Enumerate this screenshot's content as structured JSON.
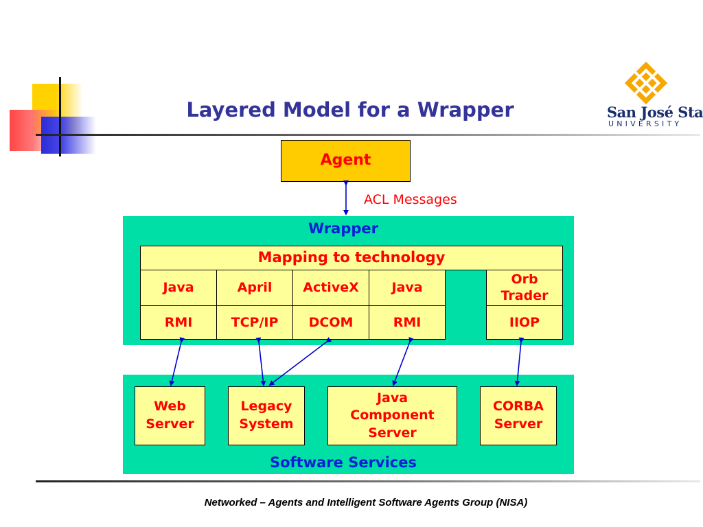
{
  "title": "Layered Model for a Wrapper",
  "agent": "Agent",
  "acl_label": "ACL Messages",
  "wrapper": {
    "label": "Wrapper",
    "mapping": "Mapping to technology",
    "columns": [
      {
        "top": "Java",
        "bottom": "RMI"
      },
      {
        "top": "April",
        "bottom": "TCP/IP"
      },
      {
        "top": "ActiveX",
        "bottom": "DCOM"
      },
      {
        "top": "Java",
        "bottom": "RMI"
      }
    ],
    "orb": {
      "top_line1": "Orb",
      "top_line2": "Trader",
      "bottom": "IIOP"
    }
  },
  "services": {
    "label": "Software Services",
    "items": [
      {
        "line1": "Web",
        "line2": "Server"
      },
      {
        "line1": "Legacy",
        "line2": "System"
      },
      {
        "line1": "Java",
        "line2": "Component",
        "line3": "Server"
      },
      {
        "line1": "CORBA",
        "line2": "Server"
      }
    ]
  },
  "logo": {
    "line1": "San José State",
    "line2": "UNIVERSITY"
  },
  "footer": "Networked – Agents and Intelligent Software Agents Group (NISA)",
  "colors": {
    "title": "#333399",
    "box_fill": "#ffff99",
    "box_text": "#ff0000",
    "panel": "#00e0a6",
    "label_blue": "#0b1fd6",
    "agent_fill": "#ffcc00",
    "arrow": "#0000cc"
  }
}
